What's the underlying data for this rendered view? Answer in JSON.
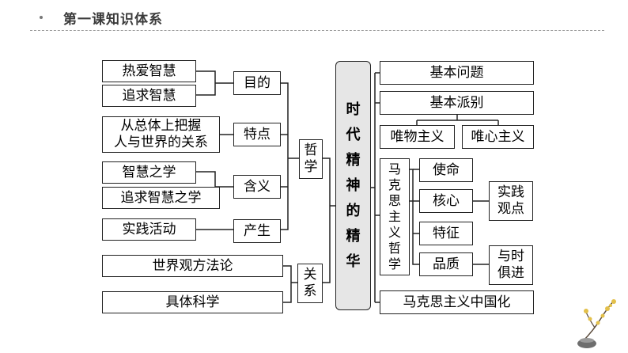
{
  "header": {
    "title": "第一课知识体系"
  },
  "left": {
    "leaves": [
      "热爱智慧",
      "追求智慧",
      "从总体上把握",
      "人与世界的关系",
      "智慧之学",
      "追求智慧之学",
      "实践活动",
      "世界观方法论",
      "具体科学"
    ],
    "groups": [
      "目的",
      "特点",
      "含义",
      "产生"
    ],
    "philosophy": [
      "哲",
      "学"
    ],
    "relation": [
      "关",
      "系"
    ]
  },
  "center": {
    "chars": [
      "时",
      "代",
      "精",
      "神",
      "的",
      "精",
      "华"
    ]
  },
  "right": {
    "basic_question": "基本问题",
    "basic_schools": "基本派别",
    "materialism": "唯物主义",
    "idealism": "唯心主义",
    "marxist": [
      "马",
      "克",
      "思",
      "主",
      "义",
      "哲",
      "学"
    ],
    "aspects": [
      "使命",
      "核心",
      "特征",
      "品质"
    ],
    "practice_view": [
      "实践",
      "观点"
    ],
    "keep_pace": [
      "与时",
      "俱进"
    ],
    "sinicization": "马克思主义中国化"
  }
}
